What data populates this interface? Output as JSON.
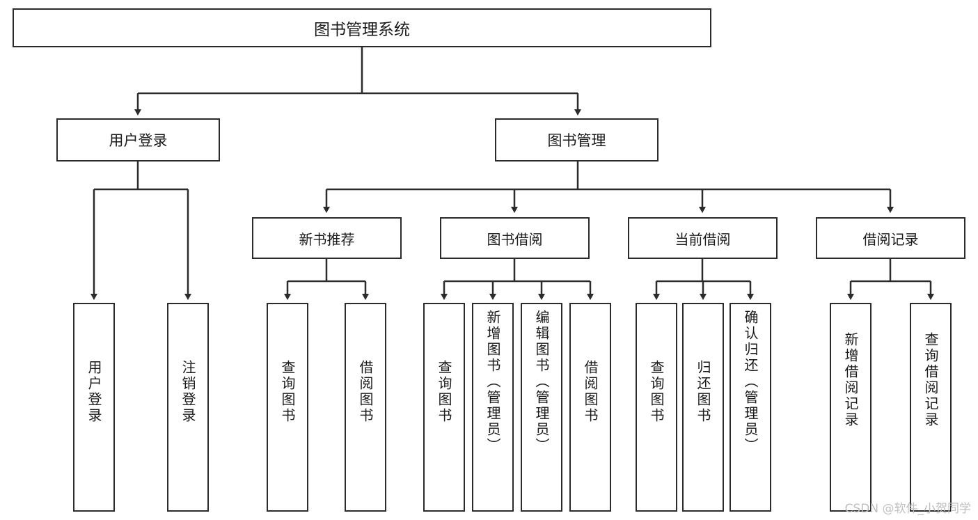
{
  "diagram": {
    "title": "图书管理系统",
    "root": {
      "id": "root",
      "label": "图书管理系统"
    },
    "level1": [
      {
        "id": "user-login",
        "label": "用户登录"
      },
      {
        "id": "book-manage",
        "label": "图书管理"
      }
    ],
    "level2": [
      {
        "id": "new-book-recommend",
        "label": "新书推荐",
        "parent": "book-manage"
      },
      {
        "id": "book-borrow",
        "label": "图书借阅",
        "parent": "book-manage"
      },
      {
        "id": "current-borrow",
        "label": "当前借阅",
        "parent": "book-manage"
      },
      {
        "id": "borrow-record",
        "label": "借阅记录",
        "parent": "book-manage"
      }
    ],
    "leaves": {
      "user_login": [
        {
          "id": "leaf-user-login",
          "label": "用户登录"
        },
        {
          "id": "leaf-logout-login",
          "label": "注销登录"
        }
      ],
      "new_book_recommend": [
        {
          "id": "leaf-query-book-1",
          "label": "查询图书"
        },
        {
          "id": "leaf-borrow-book-1",
          "label": "借阅图书"
        }
      ],
      "book_borrow": [
        {
          "id": "leaf-query-book-2",
          "label": "查询图书"
        },
        {
          "id": "leaf-add-book",
          "label": "新增图书（管理员）"
        },
        {
          "id": "leaf-edit-book",
          "label": "编辑图书（管理员）"
        },
        {
          "id": "leaf-borrow-book-2",
          "label": "借阅图书"
        }
      ],
      "current_borrow": [
        {
          "id": "leaf-query-book-3",
          "label": "查询图书"
        },
        {
          "id": "leaf-return-book",
          "label": "归还图书"
        },
        {
          "id": "leaf-confirm-return",
          "label": "确认归还（管理员）"
        }
      ],
      "borrow_record": [
        {
          "id": "leaf-add-borrow-record",
          "label": "新增借阅记录"
        },
        {
          "id": "leaf-query-borrow-record",
          "label": "查询借阅记录"
        }
      ]
    }
  },
  "watermark": {
    "text": "CSDN @软件_小贺同学"
  },
  "colors": {
    "stroke": "#2b2b2b",
    "fill": "#ffffff",
    "text": "#1a1a1a",
    "watermark": "#bfbfbf"
  }
}
